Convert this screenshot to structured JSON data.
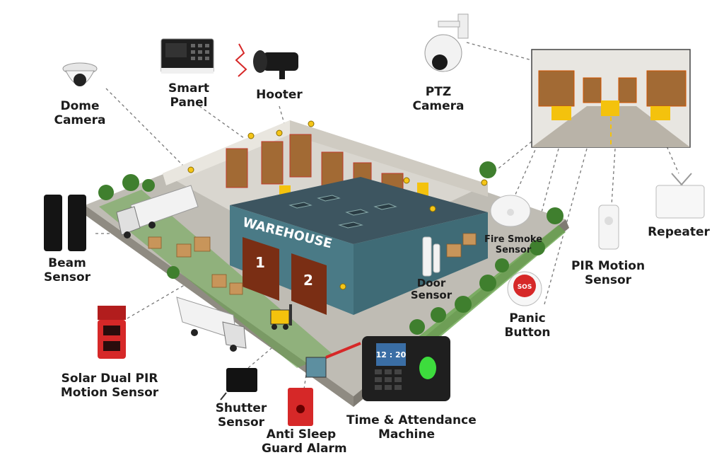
{
  "building_sign": "WAREHOUSE",
  "doors": [
    "1",
    "2"
  ],
  "devices": {
    "dome_camera": {
      "line1": "Dome",
      "line2": "Camera"
    },
    "smart_panel": {
      "line1": "Smart",
      "line2": "Panel"
    },
    "hooter": {
      "line1": "Hooter"
    },
    "ptz_camera": {
      "line1": "PTZ",
      "line2": "Camera"
    },
    "repeater": {
      "line1": "Repeater"
    },
    "fire_smoke": {
      "line1": "Fire Smoke",
      "line2": "Sensor"
    },
    "pir_motion": {
      "line1": "PIR Motion",
      "line2": "Sensor"
    },
    "beam_sensor": {
      "line1": "Beam",
      "line2": "Sensor"
    },
    "door_sensor": {
      "line1": "Door",
      "line2": "Sensor"
    },
    "panic_button": {
      "line1": "Panic",
      "line2": "Button",
      "badge": "SOS"
    },
    "solar_pir": {
      "line1": "Solar Dual PIR",
      "line2": "Motion Sensor"
    },
    "shutter_sensor": {
      "line1": "Shutter",
      "line2": "Sensor"
    },
    "anti_sleep": {
      "line1": "Anti Sleep",
      "line2": "Guard Alarm"
    },
    "attendance": {
      "line1": "Time & Attendance",
      "line2": "Machine",
      "clock": "12 : 20"
    }
  },
  "colors": {
    "wall": "#4a7a86",
    "roof": "#3d5560",
    "door": "#7a2e14",
    "floor": "#d9d6cf",
    "grass": "#6aa84f",
    "label": "#1c1c1c",
    "alarm_red": "#d62828",
    "dot": "#f5c518"
  }
}
